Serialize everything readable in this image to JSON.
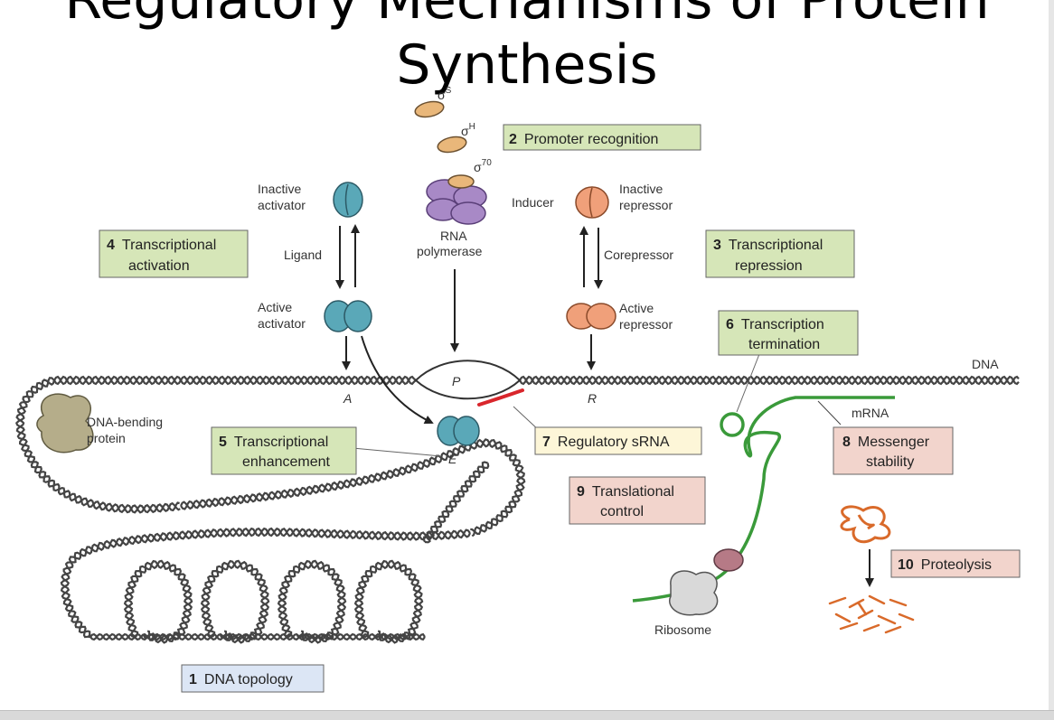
{
  "title": {
    "line1": "Regulatory Mechanisms of Protein",
    "line2": "Synthesis"
  },
  "colors": {
    "green_box": "#d6e6b8",
    "pink_box": "#f2d4cc",
    "yellow_box": "#fdf6d8",
    "blue_box": "#dce6f5",
    "activator": "#5aa8b8",
    "repressor": "#f0a07a",
    "polymerase": "#a889c6",
    "sigma": "#e9b77a",
    "dna": "#444444",
    "mrna": "#3a9a3a",
    "srna": "#d9262c",
    "ribosome": "#d9d9d9",
    "protein": "#d96a2a"
  },
  "steps": {
    "s1": {
      "num": "1",
      "label": "DNA topology"
    },
    "s2": {
      "num": "2",
      "label": "Promoter recognition"
    },
    "s3": {
      "num": "3",
      "line1": "Transcriptional",
      "line2": "repression"
    },
    "s4": {
      "num": "4",
      "line1": "Transcriptional",
      "line2": "activation"
    },
    "s5": {
      "num": "5",
      "line1": "Transcriptional",
      "line2": "enhancement"
    },
    "s6": {
      "num": "6",
      "line1": "Transcription",
      "line2": "termination"
    },
    "s7": {
      "num": "7",
      "label": "Regulatory sRNA"
    },
    "s8": {
      "num": "8",
      "line1": "Messenger",
      "line2": "stability"
    },
    "s9": {
      "num": "9",
      "line1": "Translational",
      "line2": "control"
    },
    "s10": {
      "num": "10",
      "label": "Proteolysis"
    }
  },
  "labels": {
    "sigma_s_base": "σ",
    "sigma_s_sup": "S",
    "sigma_h_base": "σ",
    "sigma_h_sup": "H",
    "sigma_70_base": "σ",
    "sigma_70_sup": "70",
    "inactive_activator_1": "Inactive",
    "inactive_activator_2": "activator",
    "ligand": "Ligand",
    "active_activator_1": "Active",
    "active_activator_2": "activator",
    "rna_polymerase_1": "RNA",
    "rna_polymerase_2": "polymerase",
    "inducer": "Inducer",
    "inactive_repressor_1": "Inactive",
    "inactive_repressor_2": "repressor",
    "corepressor": "Corepressor",
    "active_repressor_1": "Active",
    "active_repressor_2": "repressor",
    "site_a": "A",
    "site_p": "P",
    "site_r": "R",
    "site_e": "E",
    "dna": "DNA",
    "dna_bending_1": "DNA-bending",
    "dna_bending_2": "protein",
    "mrna": "mRNA",
    "ribosome": "Ribosome"
  }
}
